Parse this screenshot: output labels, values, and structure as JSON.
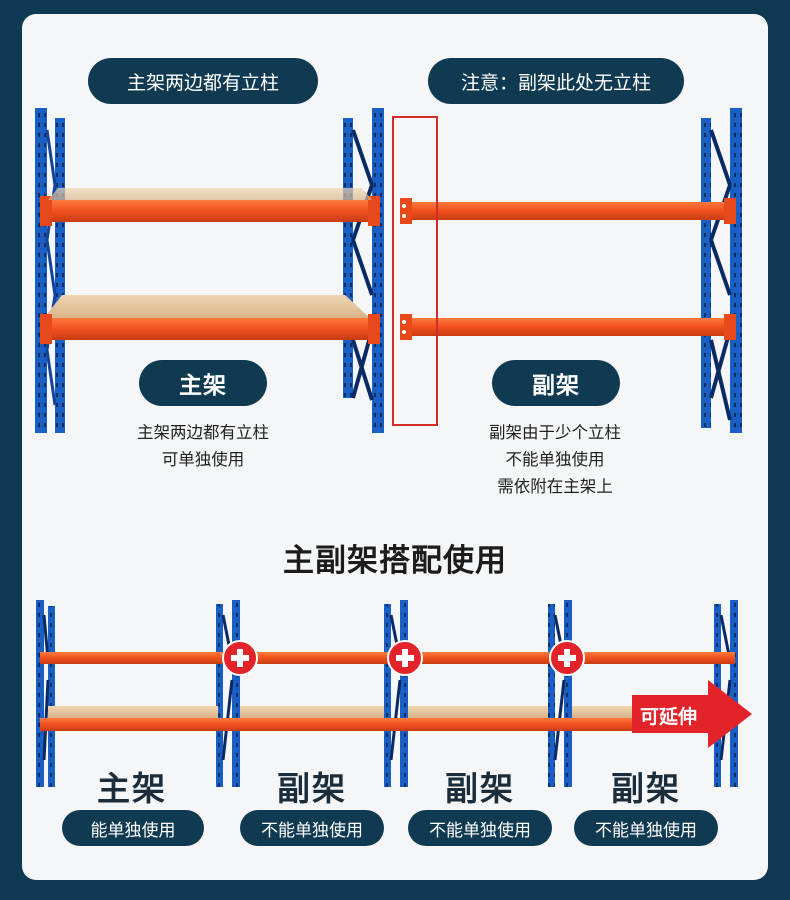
{
  "top": {
    "left_header": "主架两边都有立柱",
    "right_header": "注意：副架此处无立柱",
    "main_label": "主架",
    "sub_label": "副架",
    "main_desc": [
      "主架两边都有立柱",
      "可单独使用"
    ],
    "sub_desc": [
      "副架由于少个立柱",
      "不能单独使用",
      "需依附在主架上"
    ]
  },
  "section_title": "主副架搭配使用",
  "bottom": {
    "units": [
      {
        "label": "主架",
        "note": "能单独使用"
      },
      {
        "label": "副架",
        "note": "不能单独使用"
      },
      {
        "label": "副架",
        "note": "不能单独使用"
      },
      {
        "label": "副架",
        "note": "不能单独使用"
      }
    ],
    "plus_symbol": "+",
    "extend_label": "可延伸"
  },
  "colors": {
    "background": "#0d3a52",
    "card": "#f4f6f7",
    "pill": "#103a52",
    "upright_blue": "#1a5fc4",
    "beam_orange": "#f0501e",
    "plus_red": "#e3232a",
    "highlight_box": "#d42a2a",
    "wood_deck": "#e7c9a3"
  }
}
